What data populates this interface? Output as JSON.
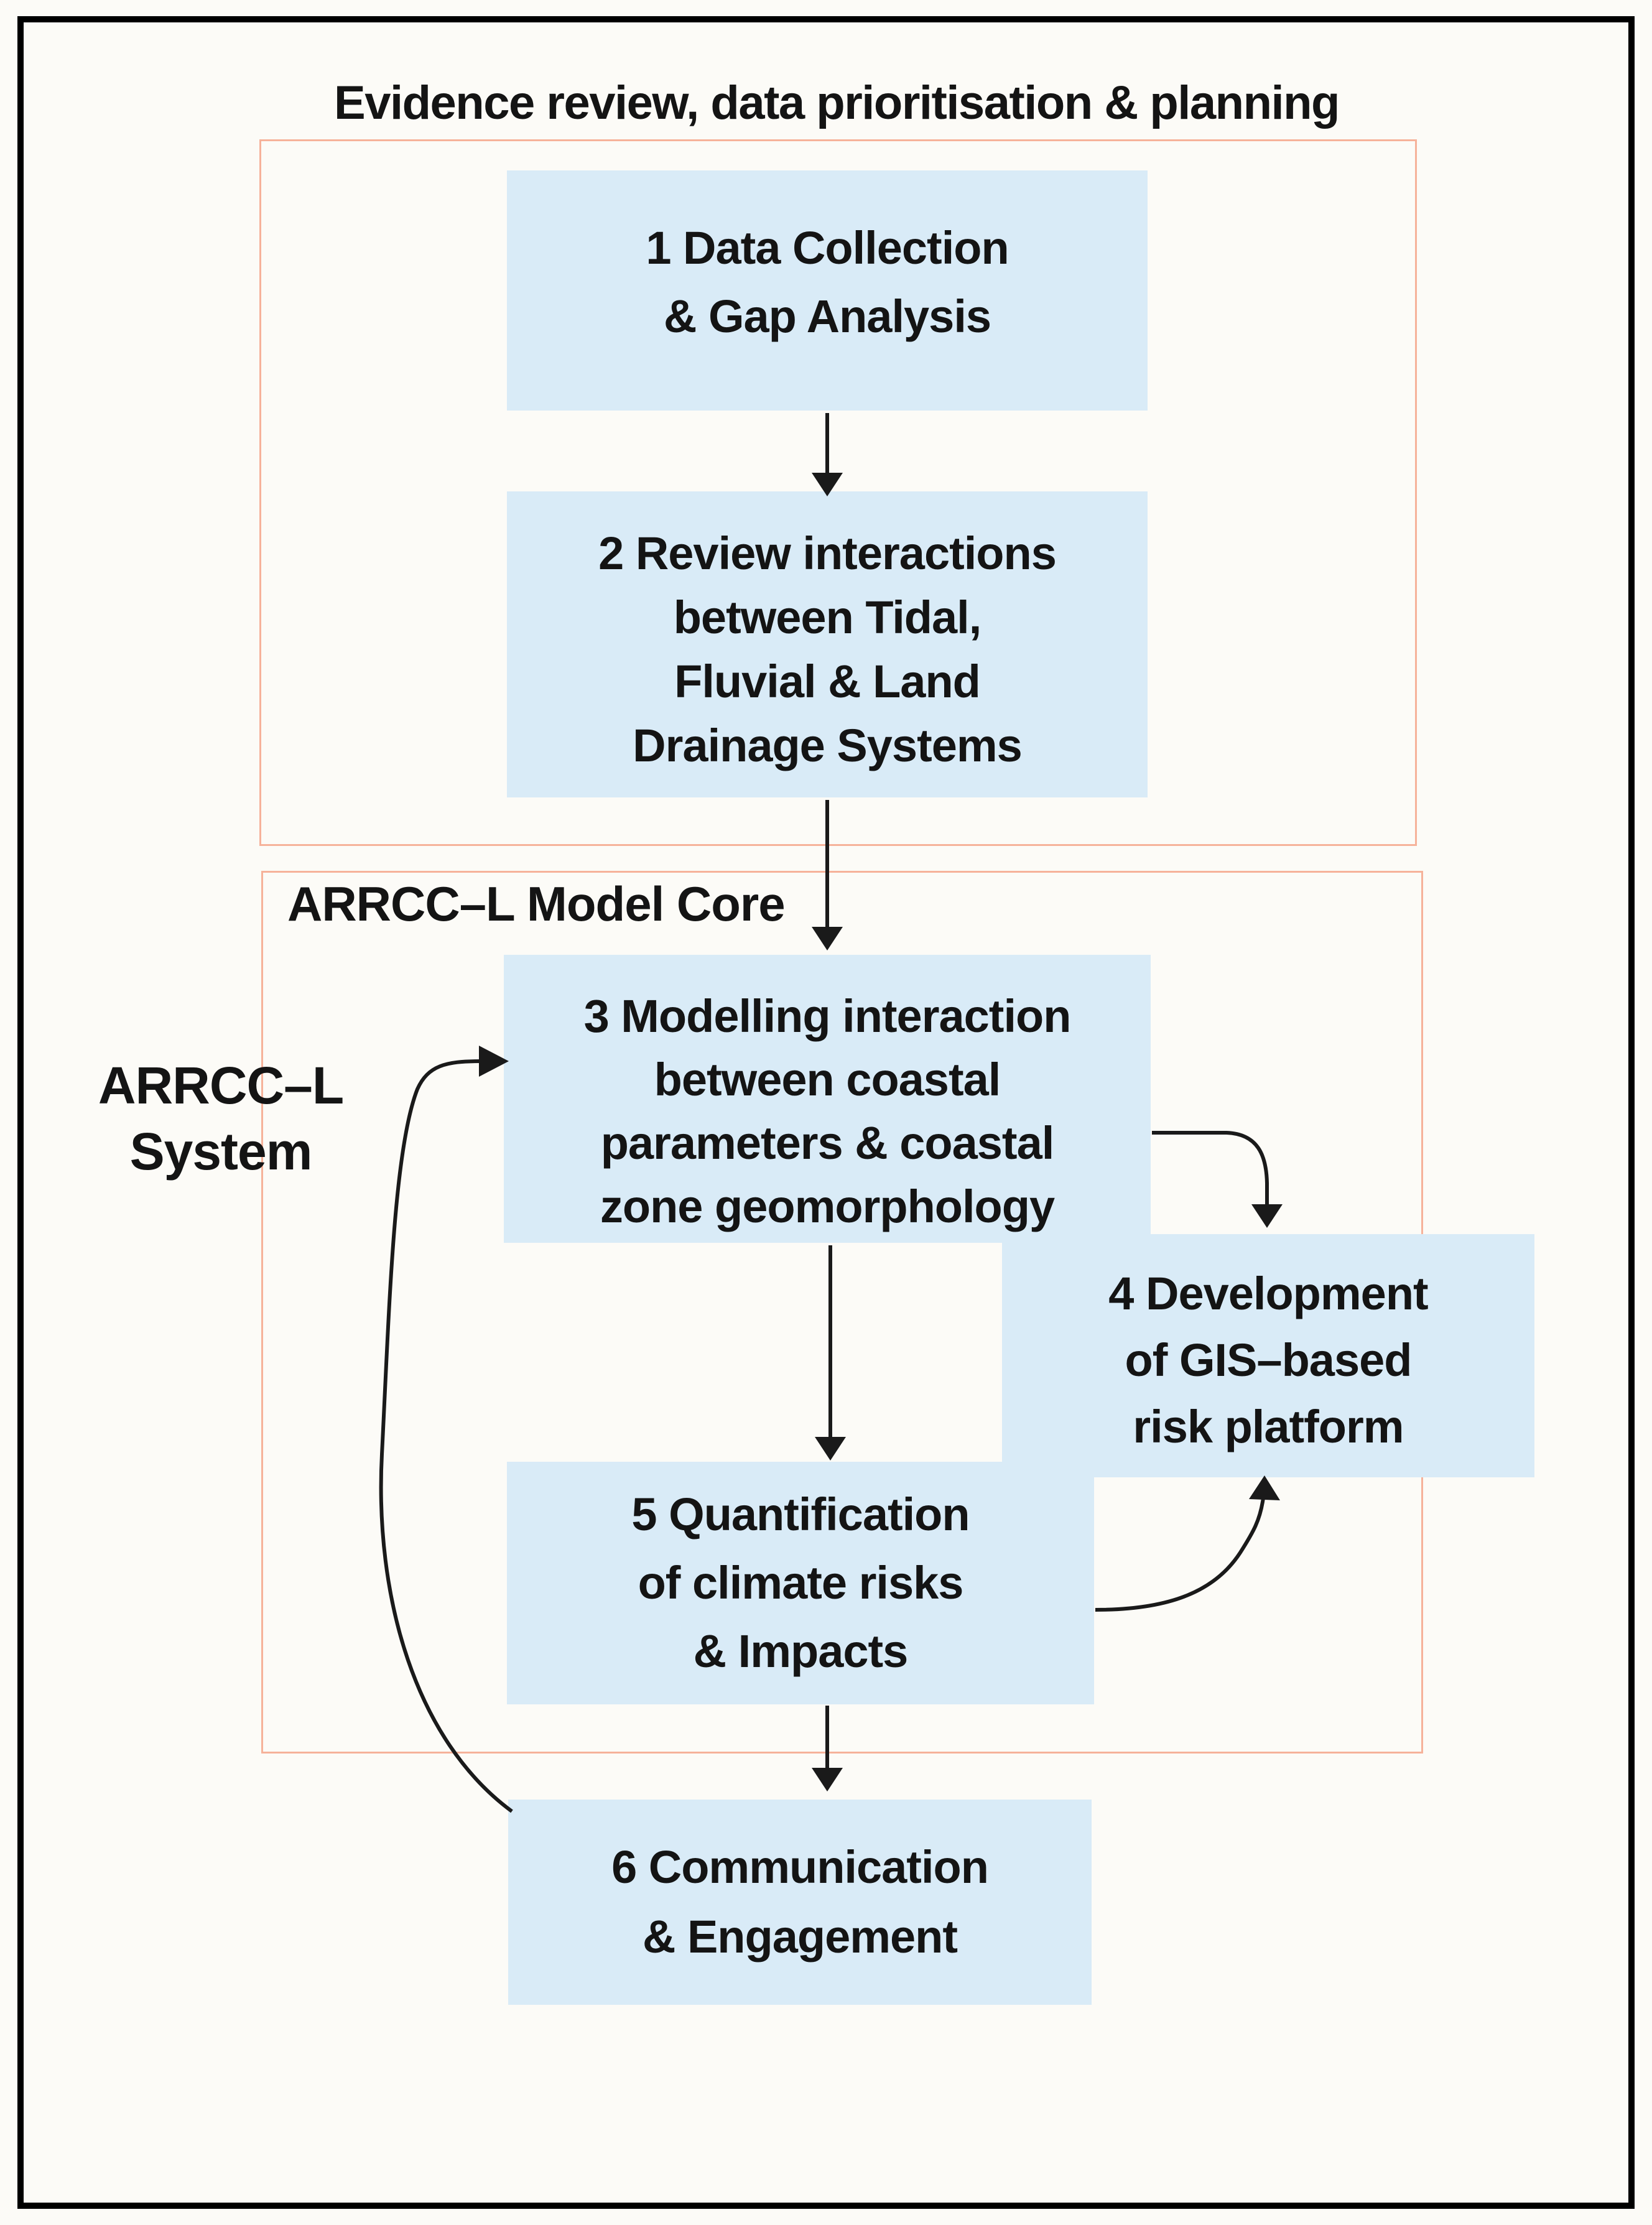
{
  "title": "Evidence review, data prioritisation & planning",
  "colors": {
    "page-bg": "#fcfbf7",
    "ink": "#141414",
    "box-fill": "#d9ebf7",
    "frame-stroke": "#f6b29a",
    "border": "#000000",
    "arrow": "#1a1a1a"
  },
  "labels": {
    "model_core": "ARRCC–L Model Core",
    "system_line1": "ARRCC–L",
    "system_line2": "System"
  },
  "boxes": {
    "box1": {
      "lines": [
        "1 Data Collection",
        "& Gap Analysis"
      ]
    },
    "box2": {
      "lines": [
        "2 Review interactions",
        "between Tidal,",
        "Fluvial & Land",
        "Drainage Systems"
      ]
    },
    "box3": {
      "lines": [
        "3 Modelling interaction",
        "between coastal",
        "parameters & coastal",
        "zone geomorphology"
      ]
    },
    "box4": {
      "lines": [
        "4 Development",
        "of GIS–based",
        "risk platform"
      ]
    },
    "box5": {
      "lines": [
        "5 Quantification",
        "of climate risks",
        "& Impacts"
      ]
    },
    "box6": {
      "lines": [
        "6 Communication",
        "& Engagement"
      ]
    }
  },
  "flow_edges": [
    {
      "from": "1 Data Collection & Gap Analysis",
      "to": "2 Review interactions"
    },
    {
      "from": "2 Review interactions",
      "to": "3 Modelling interaction"
    },
    {
      "from": "3 Modelling interaction",
      "to": "4 Development of GIS-based risk platform"
    },
    {
      "from": "3 Modelling interaction",
      "to": "5 Quantification of climate risks & Impacts"
    },
    {
      "from": "5 Quantification of climate risks & Impacts",
      "to": "4 Development of GIS-based risk platform"
    },
    {
      "from": "5 Quantification of climate risks & Impacts",
      "to": "6 Communication & Engagement"
    },
    {
      "from": "6 Communication & Engagement",
      "to": "3 Modelling interaction"
    }
  ]
}
